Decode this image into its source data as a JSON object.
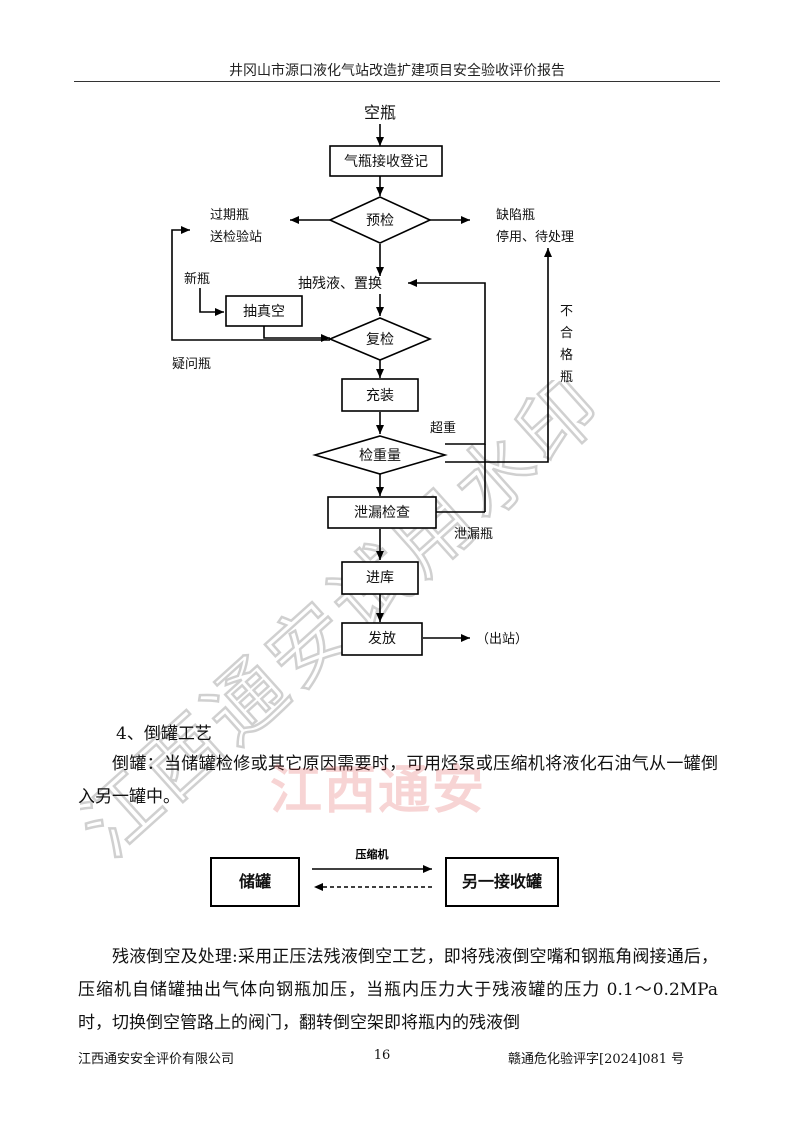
{
  "header": {
    "title": "井冈山市源口液化气站改造扩建项目安全验收评价报告"
  },
  "flowchart": {
    "start": "空瓶",
    "receive": "气瓶接收登记",
    "precheck": "预检",
    "expired_line1": "过期瓶",
    "expired_line2": "送检验站",
    "defect_line1": "缺陷瓶",
    "defect_line2": "停用、待处理",
    "residual": "抽残液、置换",
    "new_bottle": "新瓶",
    "vacuum": "抽真空",
    "recheck": "复检",
    "doubt": "疑问瓶",
    "unqualified": [
      "不",
      "合",
      "格",
      "瓶"
    ],
    "fill": "充装",
    "overweight": "超重",
    "weigh": "检重量",
    "leak_check": "泄漏检查",
    "leak_bottle": "泄漏瓶",
    "storage": "进库",
    "dispatch": "发放",
    "exit": "（出站）"
  },
  "section": {
    "heading": "4、倒罐工艺",
    "para1": "倒罐：当储罐检修或其它原因需要时，可用烃泵或压缩机将液化石油气从一罐倒入另一罐中。",
    "tank_left": "储罐",
    "tank_right": "另一接收罐",
    "compressor": "压缩机",
    "para2": "残液倒空及处理:采用正压法残液倒空工艺，即将残液倒空嘴和钢瓶角阀接通后，压缩机自储罐抽出气体向钢瓶加压，当瓶内压力大于残液罐的压力 0.1～0.2MPa 时，切换倒空管路上的阀门，翻转倒空架即将瓶内的残液倒"
  },
  "watermark": {
    "red": "江西通安",
    "gray": "江西通安试用水印"
  },
  "footer": {
    "company": "江西通安安全评价有限公司",
    "page": "16",
    "doc_no": "赣通危化验评字[2024]081 号"
  }
}
